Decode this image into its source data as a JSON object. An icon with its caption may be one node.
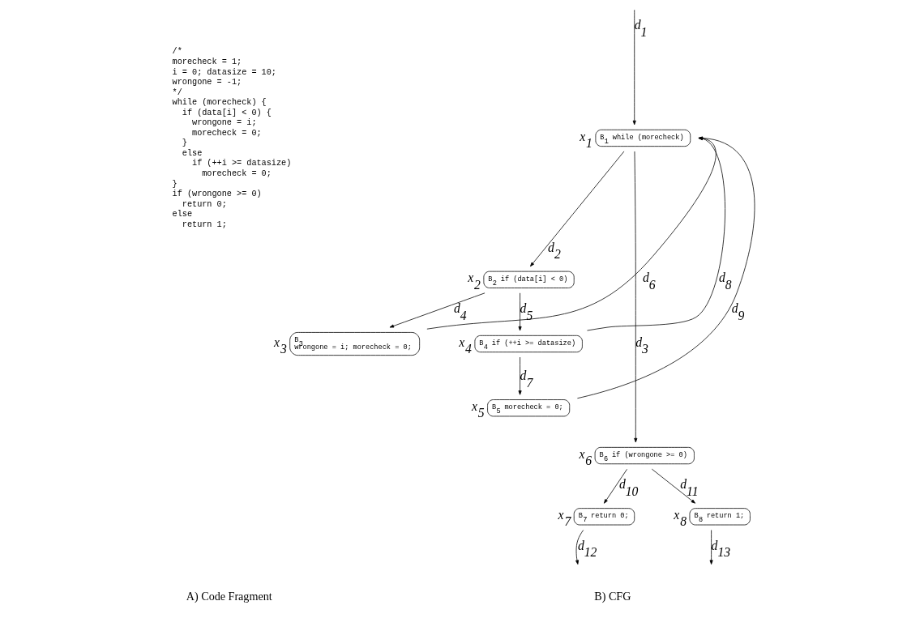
{
  "diagram": {
    "nodes": [
      {
        "text": [
          "B$_{1}$ while (morecheck)"
        ],
        "beside": [
          "x$_{1}$"
        ]
      },
      {
        "text": [
          "B$_{2}$ if (data[i] < 0)"
        ],
        "beside": [
          "x$_{2}$"
        ]
      },
      {
        "text": [
          "B$_{3}$",
          "wrongone = i; morecheck = 0;"
        ],
        "beside": [
          "x$_{3}$"
        ]
      },
      {
        "text": [
          "B$_{4}$ if (++i >= datasize)"
        ],
        "beside": [
          "x$_{4}$"
        ]
      },
      {
        "text": [
          "B$_{5}$ morecheck = 0;"
        ],
        "beside": [
          "x$_{5}$"
        ]
      },
      {
        "text": [
          "B$_{6}$ if (wrongone >= 0)"
        ],
        "beside": [
          "x$_{6}$"
        ]
      },
      {
        "text": [
          "B$_{7}$ return 0;"
        ],
        "beside": [
          "x$_{7}$"
        ]
      },
      {
        "text": [
          "B$_{8}$ return 1;"
        ],
        "beside": [
          "x$_{8}$"
        ]
      }
    ],
    "edges": [
      {
        "from": null,
        "to": 0,
        "arrow": "to",
        "label": "d$_{1}$"
      },
      {
        "from": 0,
        "to": 1,
        "arrow": "to",
        "label": "d$_{2}$"
      },
      {
        "from": 0,
        "to": 5,
        "arrow": "to",
        "label": "d$_{3}$"
      },
      {
        "from": 1,
        "to": 2,
        "arrow": "to",
        "label": "d$_{4}$"
      },
      {
        "from": 1,
        "to": 3,
        "arrow": "to",
        "label": "d$_{5}$"
      },
      {
        "from": 2,
        "to": 0,
        "arrow": "to",
        "label": "d$_{6}$"
      },
      {
        "from": 3,
        "to": 4,
        "arrow": "to",
        "label": "d$_{7}$"
      },
      {
        "from": 3,
        "to": 0,
        "arrow": "to",
        "label": "d$_{8}$"
      },
      {
        "from": 4,
        "to": 0,
        "arrow": "to",
        "label": "d$_{9}$"
      },
      {
        "from": 5,
        "to": 6,
        "arrow": "to",
        "label": "d$_{10}$"
      },
      {
        "from": 5,
        "to": 7,
        "arrow": "to",
        "label": "d$_{11}$"
      },
      {
        "from": 6,
        "to": null,
        "arrow": "to",
        "label": "d$_{12}$"
      },
      {
        "from": 7,
        "to": null,
        "arrow": "to",
        "label": "d$_{13}$"
      }
    ],
    "labels": [
      "/*",
      "morecheck = 1;",
      "i = 0; datasize = 10;",
      "wrongone = -1;",
      "*/",
      "while (morecheck) {",
      "  if (data[i] < 0) {",
      "    wrongone = i;",
      "    morecheck = 0;",
      "  }",
      "  else",
      "    if (++i >= datasize)",
      "      morecheck = 0;",
      "}",
      "if (wrongone >= 0)",
      "  return 0;",
      "else",
      "  return 1;",
      "A) Code Fragment",
      "B) CFG"
    ]
  }
}
